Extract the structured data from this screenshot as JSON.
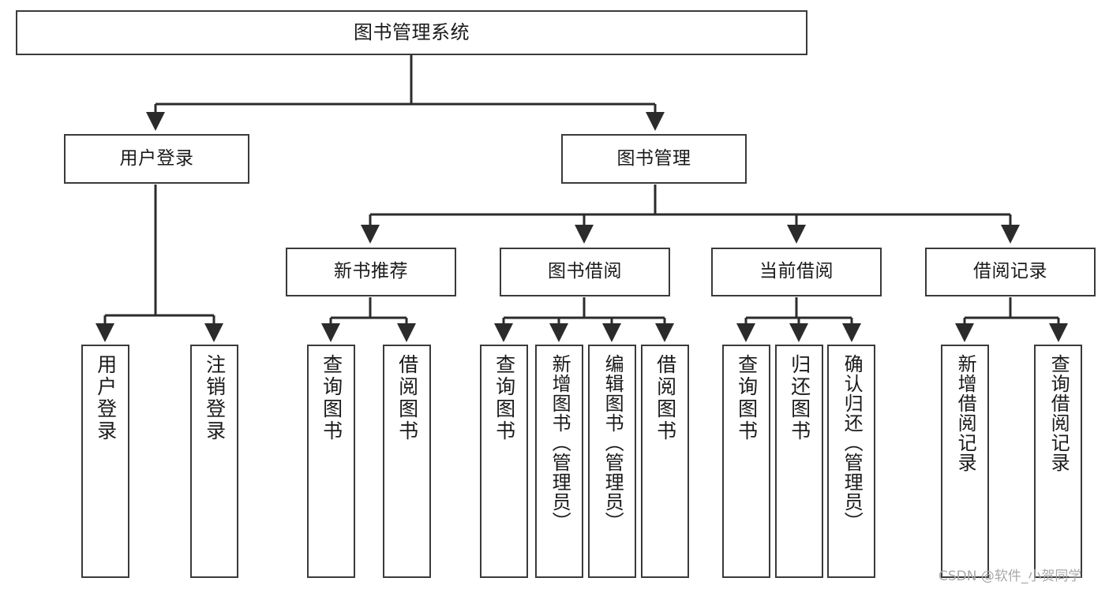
{
  "diagram": {
    "title": "图书管理系统",
    "type": "tree-hierarchy-chart",
    "colors": {
      "box_border": "#3a3a3a",
      "box_fill": "#ffffff",
      "edge": "#2b2b2b",
      "text": "#1a1a1a",
      "watermark": "#a8a8a8"
    },
    "root": {
      "label": "图书管理系统"
    },
    "level2": [
      {
        "label": "用户登录"
      },
      {
        "label": "图书管理"
      }
    ],
    "level3": [
      {
        "label": "新书推荐"
      },
      {
        "label": "图书借阅"
      },
      {
        "label": "当前借阅"
      },
      {
        "label": "借阅记录"
      }
    ],
    "leaves": {
      "user_login": [
        {
          "label": "用户登录"
        },
        {
          "label": "注销登录"
        }
      ],
      "new_book_recommend": [
        {
          "label": "查询图书"
        },
        {
          "label": "借阅图书"
        }
      ],
      "book_borrow": [
        {
          "label": "查询图书"
        },
        {
          "label": "新增图书（管理员）"
        },
        {
          "label": "编辑图书（管理员）"
        },
        {
          "label": "借阅图书"
        }
      ],
      "current_borrow": [
        {
          "label": "查询图书"
        },
        {
          "label": "归还图书"
        },
        {
          "label": "确认归还（管理员）"
        }
      ],
      "borrow_record": [
        {
          "label": "新增借阅记录"
        },
        {
          "label": "查询借阅记录"
        }
      ]
    }
  },
  "watermark": {
    "text": "CSDN @软件_小贺同学"
  }
}
